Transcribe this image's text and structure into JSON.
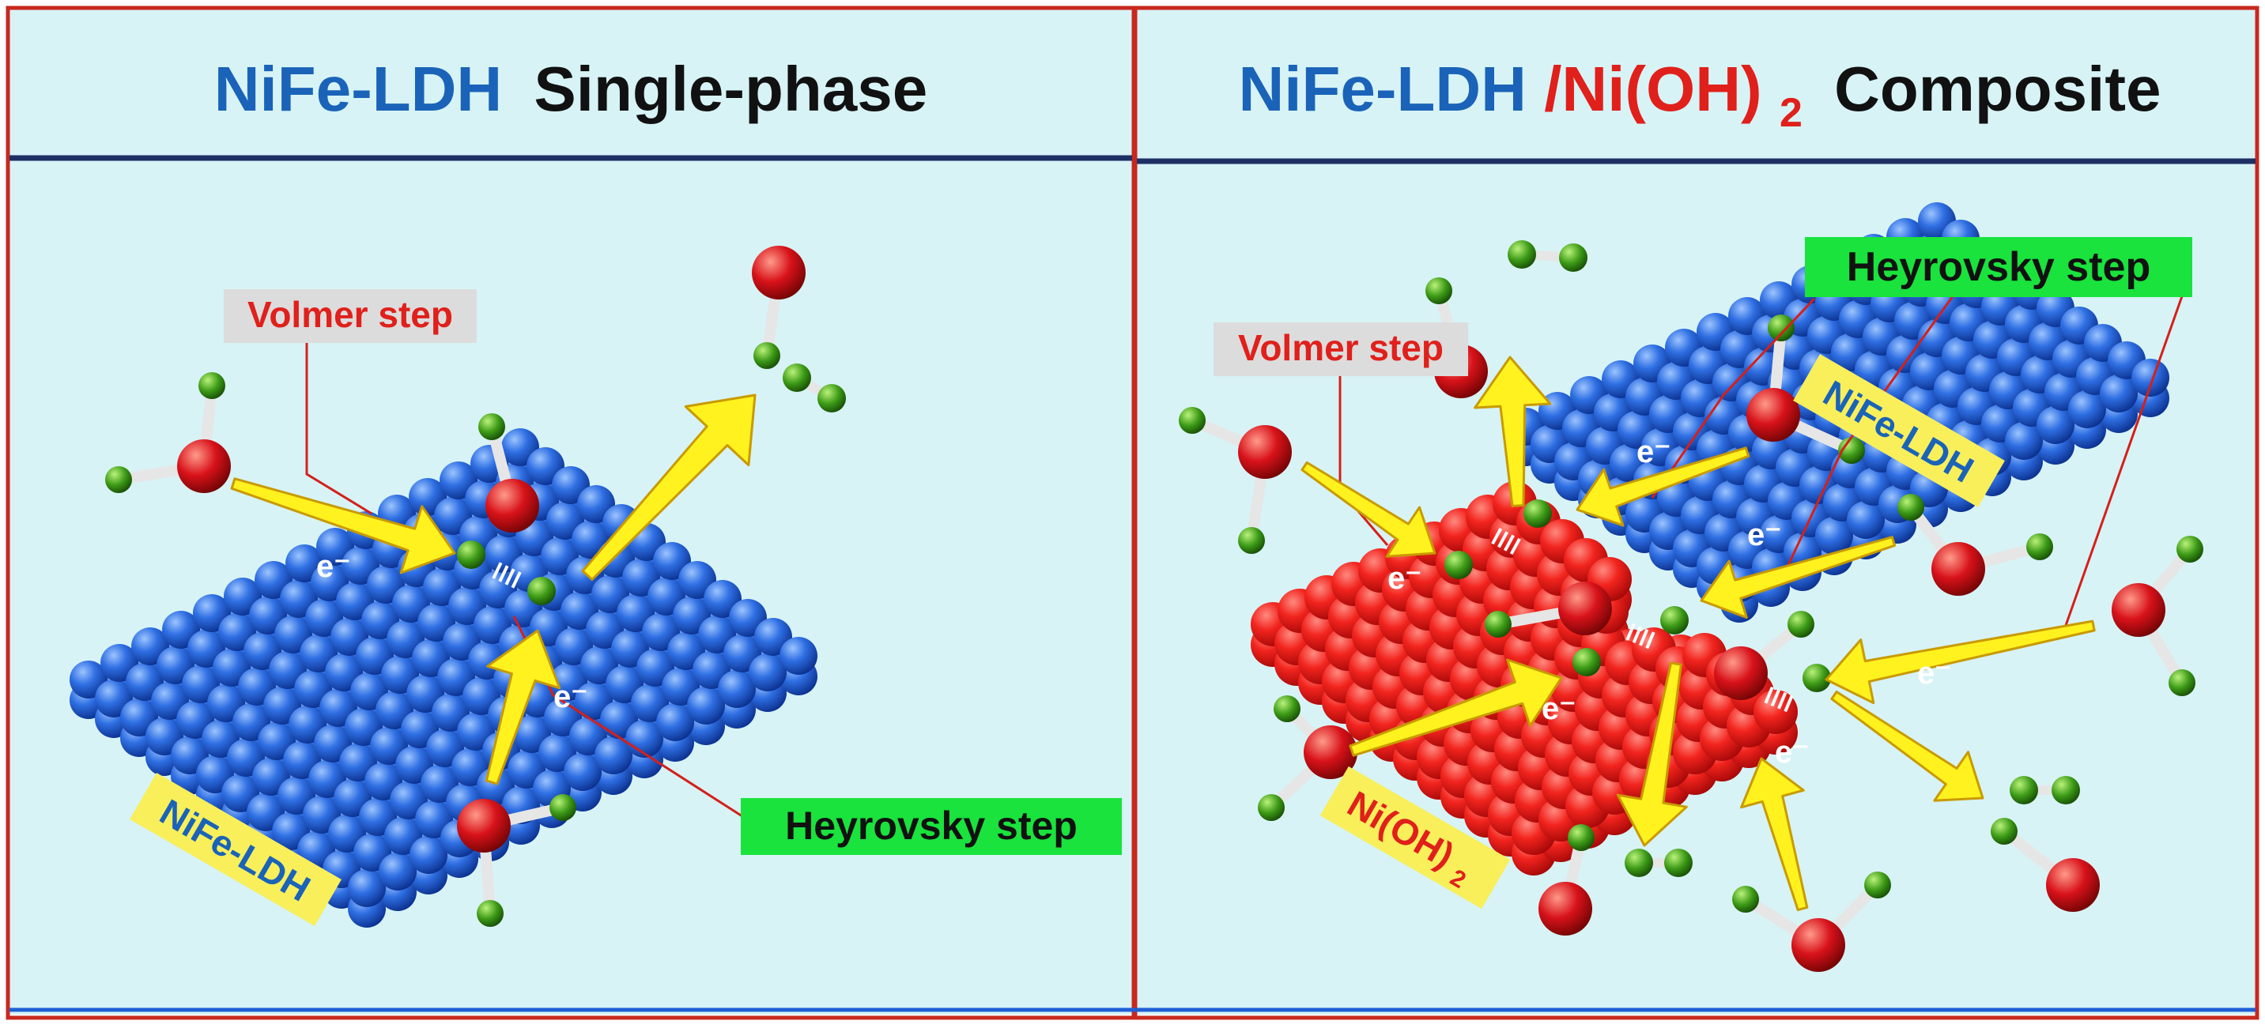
{
  "colors": {
    "panel_bg": "#d7f3f6",
    "border_red": "#c8281e",
    "rule_navy": "#1d2f63",
    "ldh_blue": "#1f5fd6",
    "ni_red": "#f2241e",
    "title_blue": "#1a63b8",
    "title_red": "#e0201b",
    "arrow_yellow": "#fff21e",
    "arrow_edge": "#c99a00",
    "label_green": "#19e33c",
    "label_gray": "#dcdcdc",
    "badge_yellow": "#f8ef5a",
    "oxygen_red": "#d8121a",
    "hydrogen_green": "#3c9a16"
  },
  "left": {
    "title_part1": "NiFe-LDH",
    "title_part2": "Single-phase",
    "volmer_label": "Volmer step",
    "heyrovsky_label": "Heyrovsky step",
    "material_label": "NiFe-LDH",
    "electron_label": "e⁻"
  },
  "right": {
    "title_part1": "NiFe-LDH",
    "title_part2": "/Ni(OH)",
    "title_sub": "2",
    "title_part3": "Composite",
    "volmer_label": "Volmer step",
    "heyrovsky_label": "Heyrovsky step",
    "ldh_label": "NiFe-LDH",
    "niohx_label": "Ni(OH)",
    "niohx_sub": "2",
    "electron_label": "e⁻"
  }
}
